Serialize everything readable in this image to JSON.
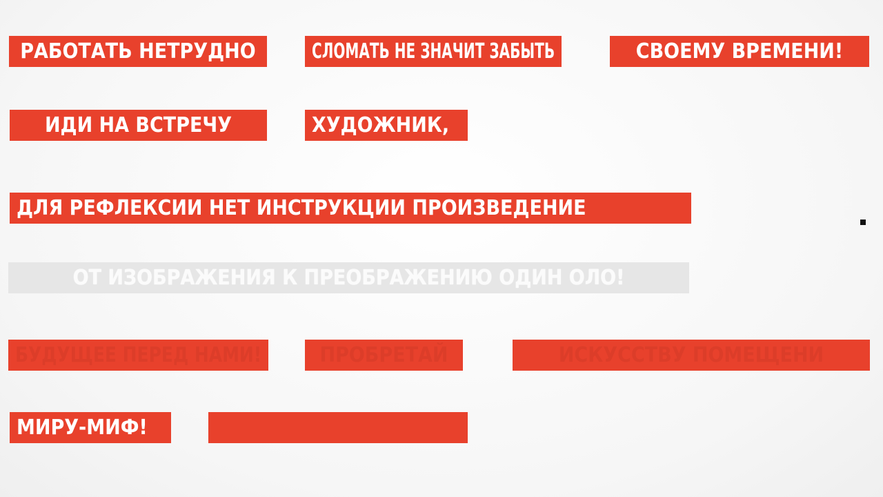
{
  "banners": {
    "b1": "РАБОТАТЬ  НЕТРУДНО",
    "b2": "СЛОМАТЬ НЕ ЗНАЧИТ ЗАБЫТЬ",
    "b3": "СВОЕМУ  ВРЕМЕНИ!",
    "b4": "ИДИ  НА  ВСТРЕЧУ",
    "b5": "ХУДОЖНИК,",
    "b6": "ДЛЯ РЕФЛЕКСИИ НЕТ ИНСТРУКЦИИ  ПРОИЗВЕДЕНИЕ",
    "b7": "ОТ ИЗОБРАЖЕНИЯ К  ПРЕОБРАЖЕНИЮ ОДИН ОЛО!",
    "b8": "БУДУЩЕЕ ПЕРЕД НАМИ!",
    "b9": "ПРОБРЕТАЙ",
    "b10": "ИСКУССТВУ ПОМЕЩЕНИ",
    "b11": "МИРУ-МИФ!",
    "b12": ""
  },
  "colors": {
    "banner_red": "#e8412c",
    "faded_banner": "#e6e6e6",
    "text_white": "#ffffff"
  }
}
